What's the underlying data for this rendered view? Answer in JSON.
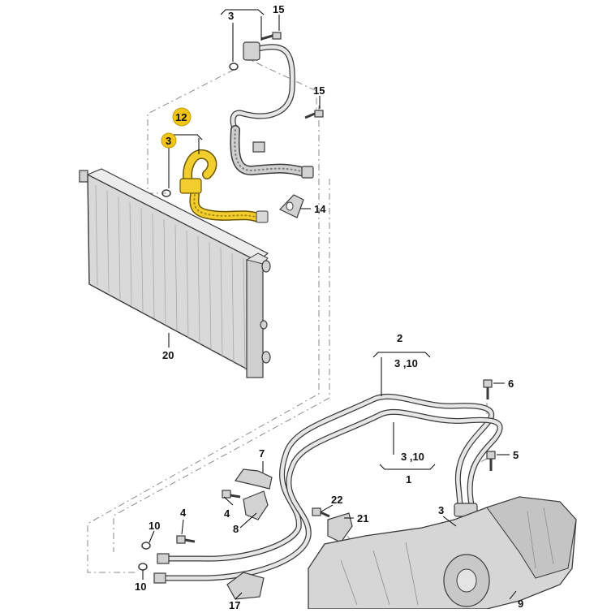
{
  "labels": {
    "p1": "1",
    "p2": "2",
    "p3a": "3",
    "p3b": "3",
    "p3c": "3",
    "p3_10a": "3 ,10",
    "p3_10b": "3 ,10",
    "p4a": "4",
    "p4b": "4",
    "p5": "5",
    "p6": "6",
    "p7": "7",
    "p8": "8",
    "p9": "9",
    "p10a": "10",
    "p10b": "10",
    "p12": "12",
    "p14": "14",
    "p15a": "15",
    "p15b": "15",
    "p17": "17",
    "p20": "20",
    "p21": "21",
    "p22": "22"
  },
  "colors": {
    "highlight": "#f0c419",
    "line": "#000000",
    "part_fill": "#d2d2d2",
    "dash_line": "#8a8a8a"
  }
}
